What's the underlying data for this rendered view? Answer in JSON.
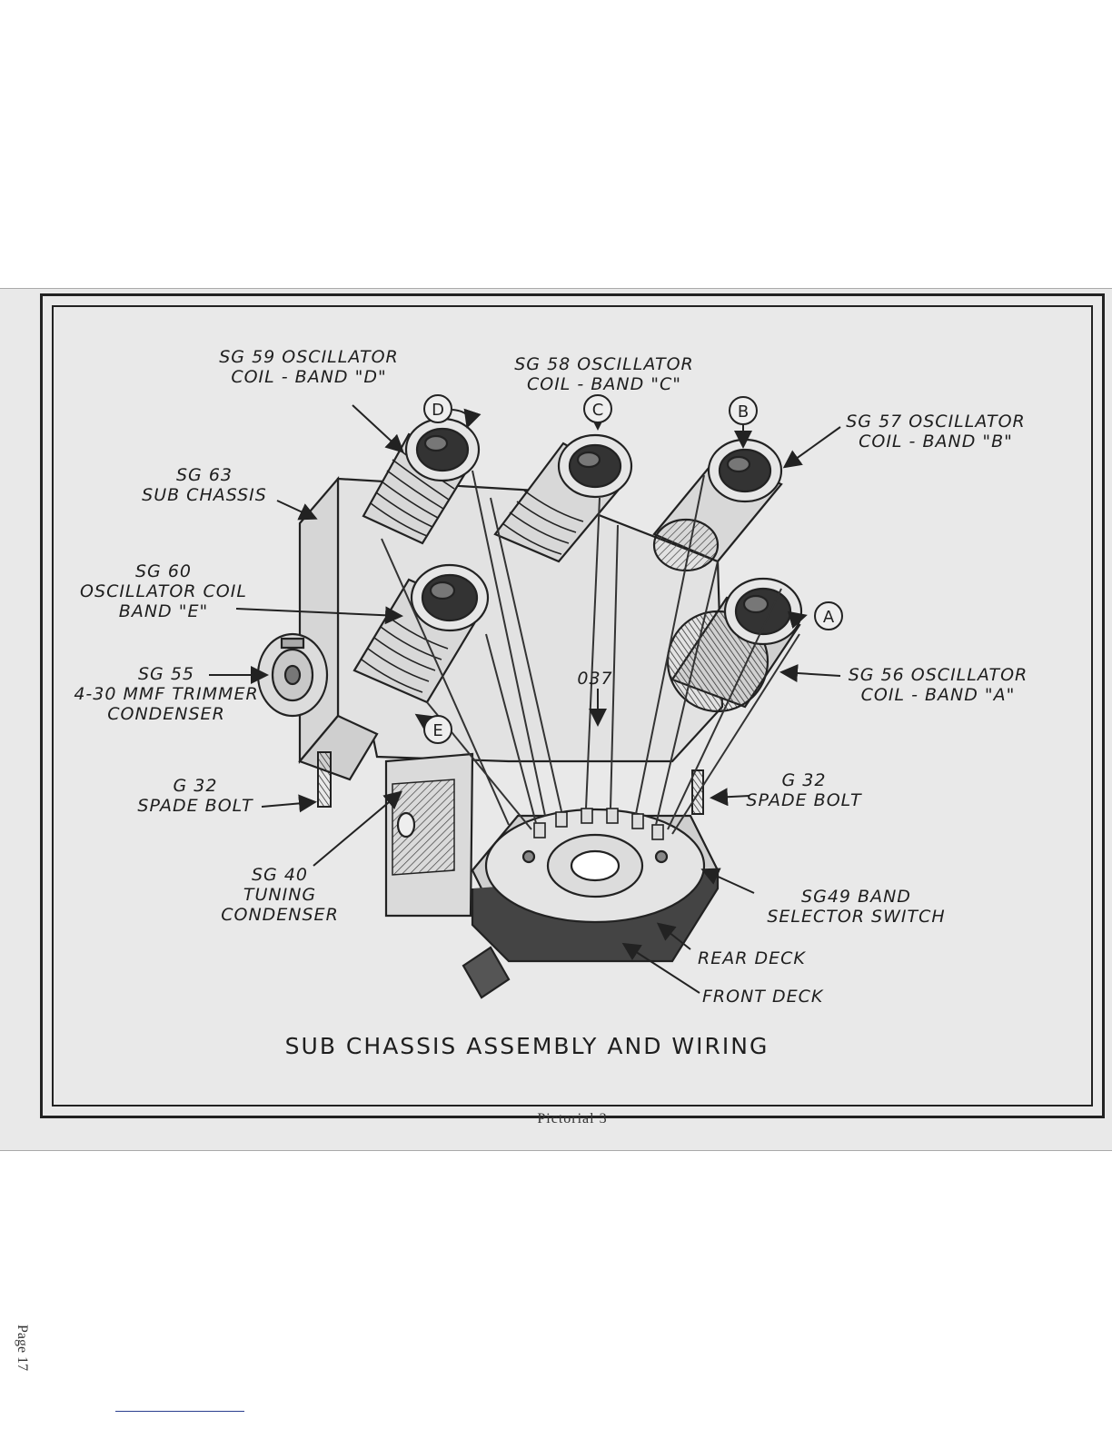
{
  "labels": {
    "sg59_line1": "SG 59 OSCILLATOR",
    "sg59_line2": "COIL - BAND \"D\"",
    "sg58_line1": "SG 58 OSCILLATOR",
    "sg58_line2": "COIL - BAND \"C\"",
    "sg57_line1": "SG 57 OSCILLATOR",
    "sg57_line2": "COIL - BAND \"B\"",
    "sg63_line1": "SG 63",
    "sg63_line2": "SUB CHASSIS",
    "sg60_line1": "SG 60",
    "sg60_line2": "OSCILLATOR COIL",
    "sg60_line3": "BAND \"E\"",
    "sg55_line1": "SG 55",
    "sg55_line2": "4-30 MMF TRIMMER",
    "sg55_line3": "CONDENSER",
    "sg56_line1": "SG 56 OSCILLATOR",
    "sg56_line2": "COIL - BAND \"A\"",
    "part037": "037",
    "g32_left_line1": "G 32",
    "g32_left_line2": "SPADE BOLT",
    "g32_right_line1": "G 32",
    "g32_right_line2": "SPADE BOLT",
    "sg40_line1": "SG 40",
    "sg40_line2": "TUNING",
    "sg40_line3": "CONDENSER",
    "sg49_line1": "SG49 BAND",
    "sg49_line2": "SELECTOR SWITCH",
    "rear_deck": "REAR DECK",
    "front_deck": "FRONT DECK"
  },
  "band_markers": [
    "A",
    "B",
    "C",
    "D",
    "E"
  ],
  "title": "SUB CHASSIS ASSEMBLY AND WIRING",
  "caption": "Pictorial 3",
  "page_number": "Page 17"
}
